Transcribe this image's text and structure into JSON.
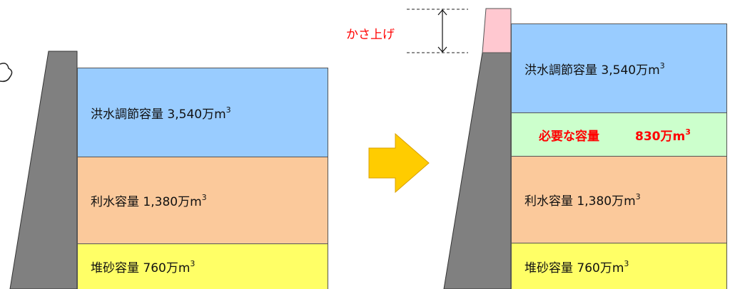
{
  "colors": {
    "flood_control": "#99ccff",
    "water_use": "#fbc99b",
    "sedimentation": "#ffff66",
    "required": "#ccffcc",
    "dam": "#808080",
    "raise": "#ffc8d0",
    "arrow": "#ffcc00",
    "accent_red": "#ff0000"
  },
  "before": {
    "flood_control": {
      "label": "洪水調節容量",
      "value": "3,540万m"
    },
    "water_use": {
      "label": "利水容量",
      "value": "1,380万m"
    },
    "sedimentation": {
      "label": "堆砂容量",
      "value": "760万m"
    }
  },
  "after": {
    "raise_label": "かさ上げ",
    "flood_control": {
      "label": "洪水調節容量",
      "value": "3,540万m"
    },
    "required": {
      "label": "必要な容量",
      "value": "830万m"
    },
    "water_use": {
      "label": "利水容量",
      "value": "1,380万m"
    },
    "sedimentation": {
      "label": "堆砂容量",
      "value": "760万m"
    }
  },
  "unit_superscript": "3",
  "arrow_icon": "right-arrow-icon"
}
